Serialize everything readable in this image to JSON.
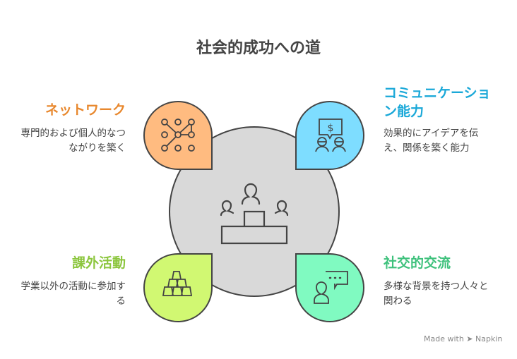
{
  "title": "社会的成功への道",
  "colors": {
    "orange": "#E8882E",
    "cyan": "#1AA8D8",
    "lime": "#8CC63E",
    "green": "#3EC17C"
  },
  "items": [
    {
      "title": "ネットワーク",
      "desc": "専門的および個人的なつながりを築く",
      "icon": "network-icon"
    },
    {
      "title": "コミュニケーション能力",
      "desc": "効果的にアイデアを伝え、関係を築く能力",
      "icon": "presentation-chat-icon"
    },
    {
      "title": "課外活動",
      "desc": "学業以外の活動に参加する",
      "icon": "cup-pyramid-icon"
    },
    {
      "title": "社交的交流",
      "desc": "多様な背景を持つ人々と関わる",
      "icon": "person-chat-icon"
    }
  ],
  "center_icon": "podium-icon",
  "footer": {
    "made_with": "Made with",
    "brand": "Napkin"
  }
}
